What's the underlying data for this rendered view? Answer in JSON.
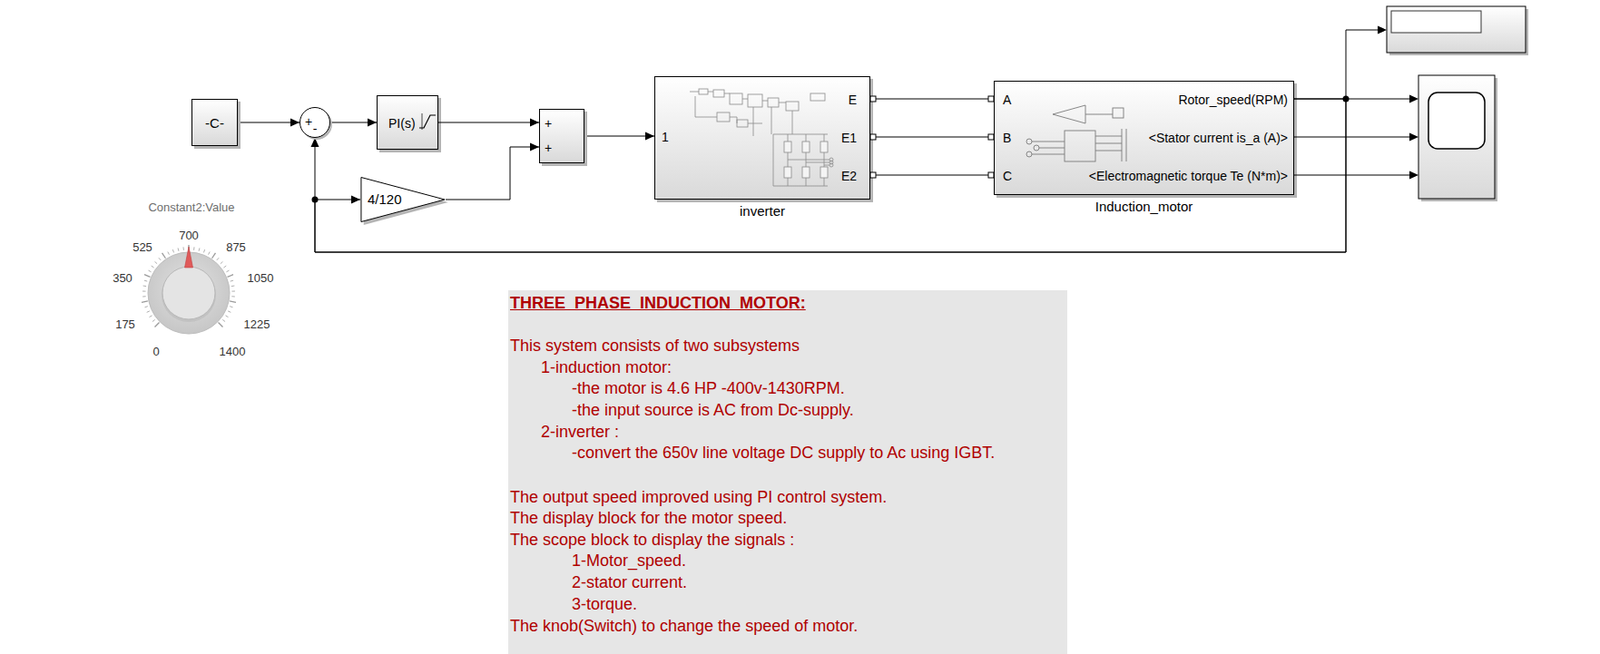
{
  "diagram": {
    "nodes": [
      {
        "text": [
          "-C-"
        ]
      },
      {
        "text": [
          "+",
          "-"
        ]
      },
      {
        "text": [
          "PI(s)"
        ]
      },
      {
        "text": [
          "+",
          "+"
        ]
      },
      {
        "text": [
          "4/120"
        ]
      },
      {
        "text": [
          "1",
          "E",
          "E1",
          "E2",
          "inverter"
        ]
      },
      {
        "text": [
          "A",
          "B",
          "C",
          "Rotor_speed(RPM)",
          "<Stator current is_a (A)>",
          "<Electromagnetic torque Te (N*m)>",
          "Induction_motor"
        ]
      },
      {
        "text": [
          "THREE_PHASE_INDUCTION_MOTOR:",
          "This system consists of two subsystems",
          "1-induction motor:",
          "-the motor is 4.6 HP -400v-1430RPM.",
          "-the input source is AC from Dc-supply.",
          "2-inverter :",
          "-convert the 650v line voltage DC supply to Ac using IGBT.",
          "The output speed improved using PI control system.",
          "The display block for the motor speed.",
          "The scope block to display the signals :",
          "1-Motor_speed.",
          "2-stator current.",
          "3-torque.",
          "The knob(Switch) to change the speed of motor."
        ]
      }
    ],
    "edges": [
      {
        "from": 0,
        "to": 1,
        "arrow": "to"
      },
      {
        "from": 1,
        "to": 2,
        "arrow": "to"
      },
      {
        "from": 2,
        "to": 3,
        "arrow": "to"
      },
      {
        "from": 4,
        "to": 3,
        "arrow": "to"
      },
      {
        "from": 3,
        "to": 5,
        "arrow": "to"
      },
      {
        "from": 5,
        "to": 6,
        "arrow": "none"
      },
      {
        "from": 5,
        "to": 6,
        "arrow": "none"
      },
      {
        "from": 5,
        "to": 6,
        "arrow": "none"
      },
      {
        "from": 6,
        "to": 1,
        "arrow": "to"
      },
      {
        "from": 6,
        "to": 4,
        "arrow": "to"
      }
    ],
    "labels": [
      "Constant2:Value",
      "700",
      "525",
      "875",
      "350",
      "1050",
      "175",
      "1225",
      "0",
      "1400"
    ]
  }
}
